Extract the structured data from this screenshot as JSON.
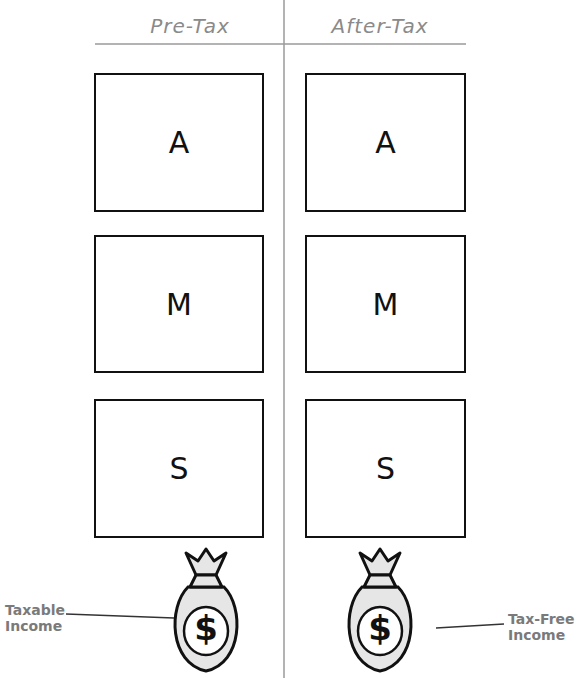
{
  "diagram": {
    "nodes": [
      {
        "text": [
          "A"
        ]
      },
      {
        "text": [
          "A"
        ]
      },
      {
        "text": [
          "M"
        ]
      },
      {
        "text": [
          "M"
        ]
      },
      {
        "text": [
          "S"
        ]
      },
      {
        "text": [
          "S"
        ]
      },
      {
        "text": [
          "$"
        ]
      },
      {
        "text": [
          "$"
        ]
      }
    ],
    "labels": [
      "Pre-Tax",
      "After-Tax",
      "Taxable Income",
      "Tax-Free Income"
    ]
  }
}
